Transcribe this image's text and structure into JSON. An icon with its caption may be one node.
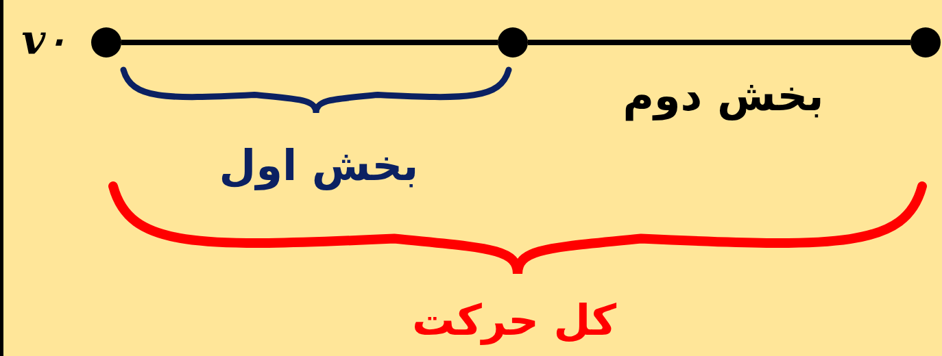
{
  "diagram": {
    "nodes": [
      {
        "text": [],
        "shape": "circle",
        "beside": [
          "v۰"
        ]
      },
      {
        "text": [],
        "shape": "circle"
      },
      {
        "text": [],
        "shape": "circle"
      }
    ],
    "edges": [
      {
        "from": 0,
        "to": 1,
        "arrow": "none"
      },
      {
        "from": 1,
        "to": 2,
        "arrow": "none"
      }
    ],
    "labels": [
      "بخش دوم",
      "بخش اول",
      "کل حرکت"
    ]
  }
}
